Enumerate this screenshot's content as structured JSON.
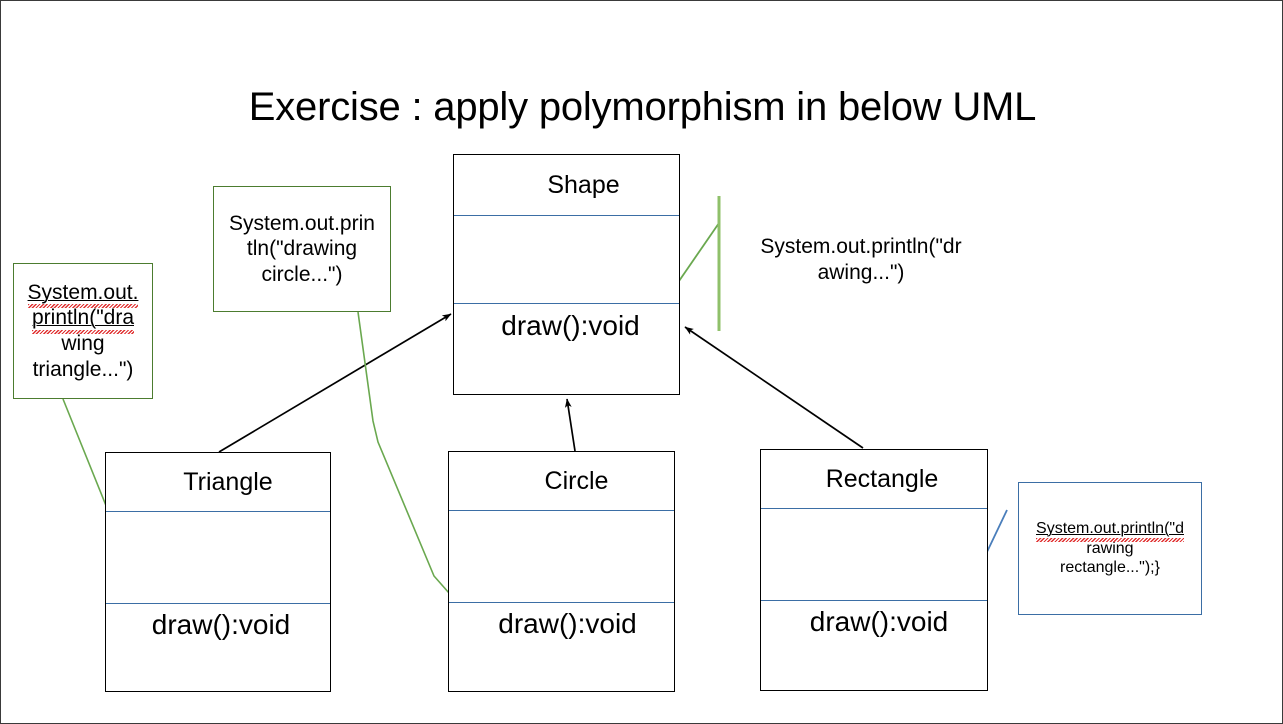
{
  "slide": {
    "title": "Exercise : apply polymorphism in below UML",
    "background_color": "#ffffff",
    "border_color": "#3a3a3a"
  },
  "colors": {
    "class_border": "#000000",
    "compartment_divider": "#3b6ea5",
    "note_green": "#4c7c2f",
    "note_blue": "#3b6ea5",
    "connector_black": "#000000",
    "connector_green": "#6aa84f",
    "connector_blue": "#4a7ebb",
    "spellcheck_underline": "#e03030",
    "text": "#000000"
  },
  "classes": [
    {
      "id": "shape",
      "name": "Shape",
      "attributes": [],
      "methods": [
        "draw():void"
      ]
    },
    {
      "id": "triangle",
      "name": "Triangle",
      "attributes": [],
      "methods": [
        "draw():void"
      ]
    },
    {
      "id": "circle",
      "name": "Circle",
      "attributes": [],
      "methods": [
        "draw():void"
      ]
    },
    {
      "id": "rectangle",
      "name": "Rectangle",
      "attributes": [],
      "methods": [
        "draw():void"
      ]
    }
  ],
  "notes": {
    "triangle_note": {
      "id": "triangle-note",
      "border": "green",
      "lines": [
        "System.out.",
        "println(\"dra",
        "wing",
        "triangle...\")"
      ],
      "full_text": "System.out.println(\"drawing triangle...\")",
      "spellcheck_lines": [
        0,
        1
      ]
    },
    "circle_note": {
      "id": "circle-note",
      "border": "green",
      "lines": [
        "System.out.prin",
        "tln(\"drawing",
        "circle...\")"
      ],
      "full_text": "System.out.println(\"drawing circle...\")",
      "spellcheck_lines": []
    },
    "shape_note": {
      "id": "shape-note",
      "border": "none",
      "lines": [
        "System.out.println(\"dr",
        "awing...\")"
      ],
      "full_text": "System.out.println(\"drawing...\")",
      "spellcheck_lines": []
    },
    "rectangle_note": {
      "id": "rectangle-note",
      "border": "blue",
      "lines": [
        "System.out.println(\"d",
        "rawing",
        "rectangle...\");}"
      ],
      "full_text": "System.out.println(\"drawing rectangle...\");}",
      "spellcheck_lines": [
        0
      ]
    }
  },
  "connectors": [
    {
      "id": "triangle-to-shape",
      "kind": "generalization-arrow",
      "color": "#000000",
      "from": "triangle",
      "to": "shape"
    },
    {
      "id": "circle-to-shape",
      "kind": "generalization-arrow",
      "color": "#000000",
      "from": "circle",
      "to": "shape"
    },
    {
      "id": "rectangle-to-shape",
      "kind": "generalization-arrow",
      "color": "#000000",
      "from": "rectangle",
      "to": "shape"
    },
    {
      "id": "triangle-note-leader",
      "kind": "leader-line",
      "color": "#6aa84f",
      "from": "triangle-note",
      "to": "triangle-draw"
    },
    {
      "id": "circle-note-leader",
      "kind": "leader-line",
      "color": "#6aa84f",
      "from": "circle-note",
      "to": "circle-draw"
    },
    {
      "id": "shape-note-leader",
      "kind": "leader-line",
      "color": "#6aa84f",
      "from": "shape-note",
      "to": "shape-draw"
    },
    {
      "id": "shape-note-bar",
      "kind": "vertical-bar",
      "color": "#6aa84f",
      "from": "shape-note",
      "to": "shape"
    },
    {
      "id": "rectangle-note-leader",
      "kind": "leader-line",
      "color": "#4a7ebb",
      "from": "rectangle-note",
      "to": "rectangle-draw"
    }
  ]
}
